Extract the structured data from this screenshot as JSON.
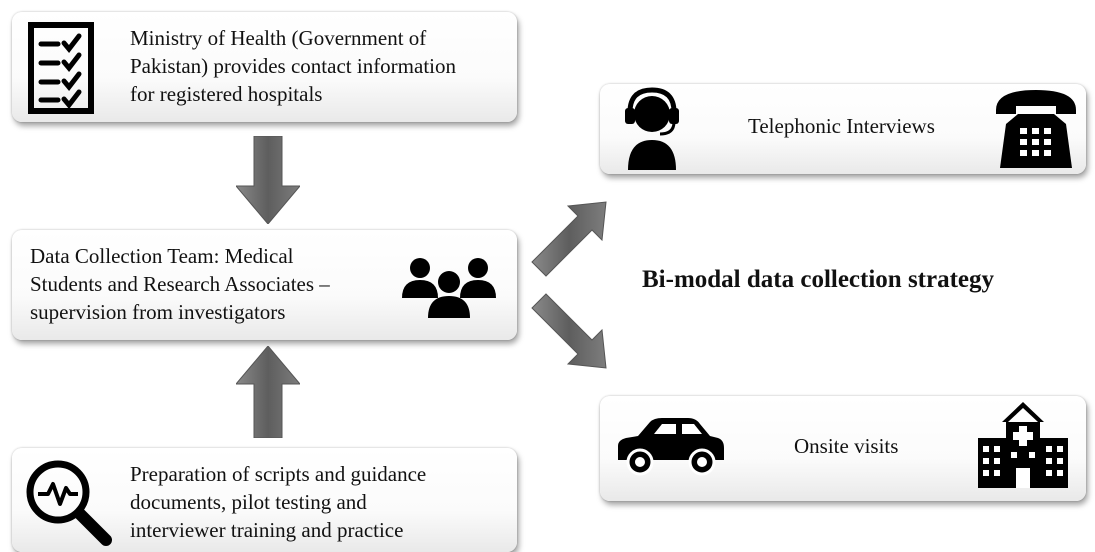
{
  "boxes": {
    "ministry": {
      "lines": [
        "Ministry of Health (Government of",
        "Pakistan) provides contact information",
        "for registered hospitals"
      ],
      "icon": "checklist-icon"
    },
    "team": {
      "lines": [
        "Data Collection Team: Medical",
        "Students and Research Associates –",
        "supervision from investigators"
      ],
      "icon": "team-group-icon"
    },
    "prep": {
      "lines": [
        "Preparation of scripts and guidance",
        "documents, pilot testing and",
        "interviewer training and practice"
      ],
      "icon": "magnifier-pulse-icon"
    },
    "telephonic": {
      "label": "Telephonic Interviews",
      "icons": [
        "headset-operator-icon",
        "desk-phone-icon"
      ]
    },
    "onsite": {
      "label": "Onsite visits",
      "icons": [
        "car-icon",
        "hospital-icon"
      ]
    }
  },
  "strategy_title": "Bi-modal data collection strategy",
  "colors": {
    "arrow": "#6f6f6f",
    "icon": "#000000",
    "box_shadow": "#9a9a9a"
  }
}
